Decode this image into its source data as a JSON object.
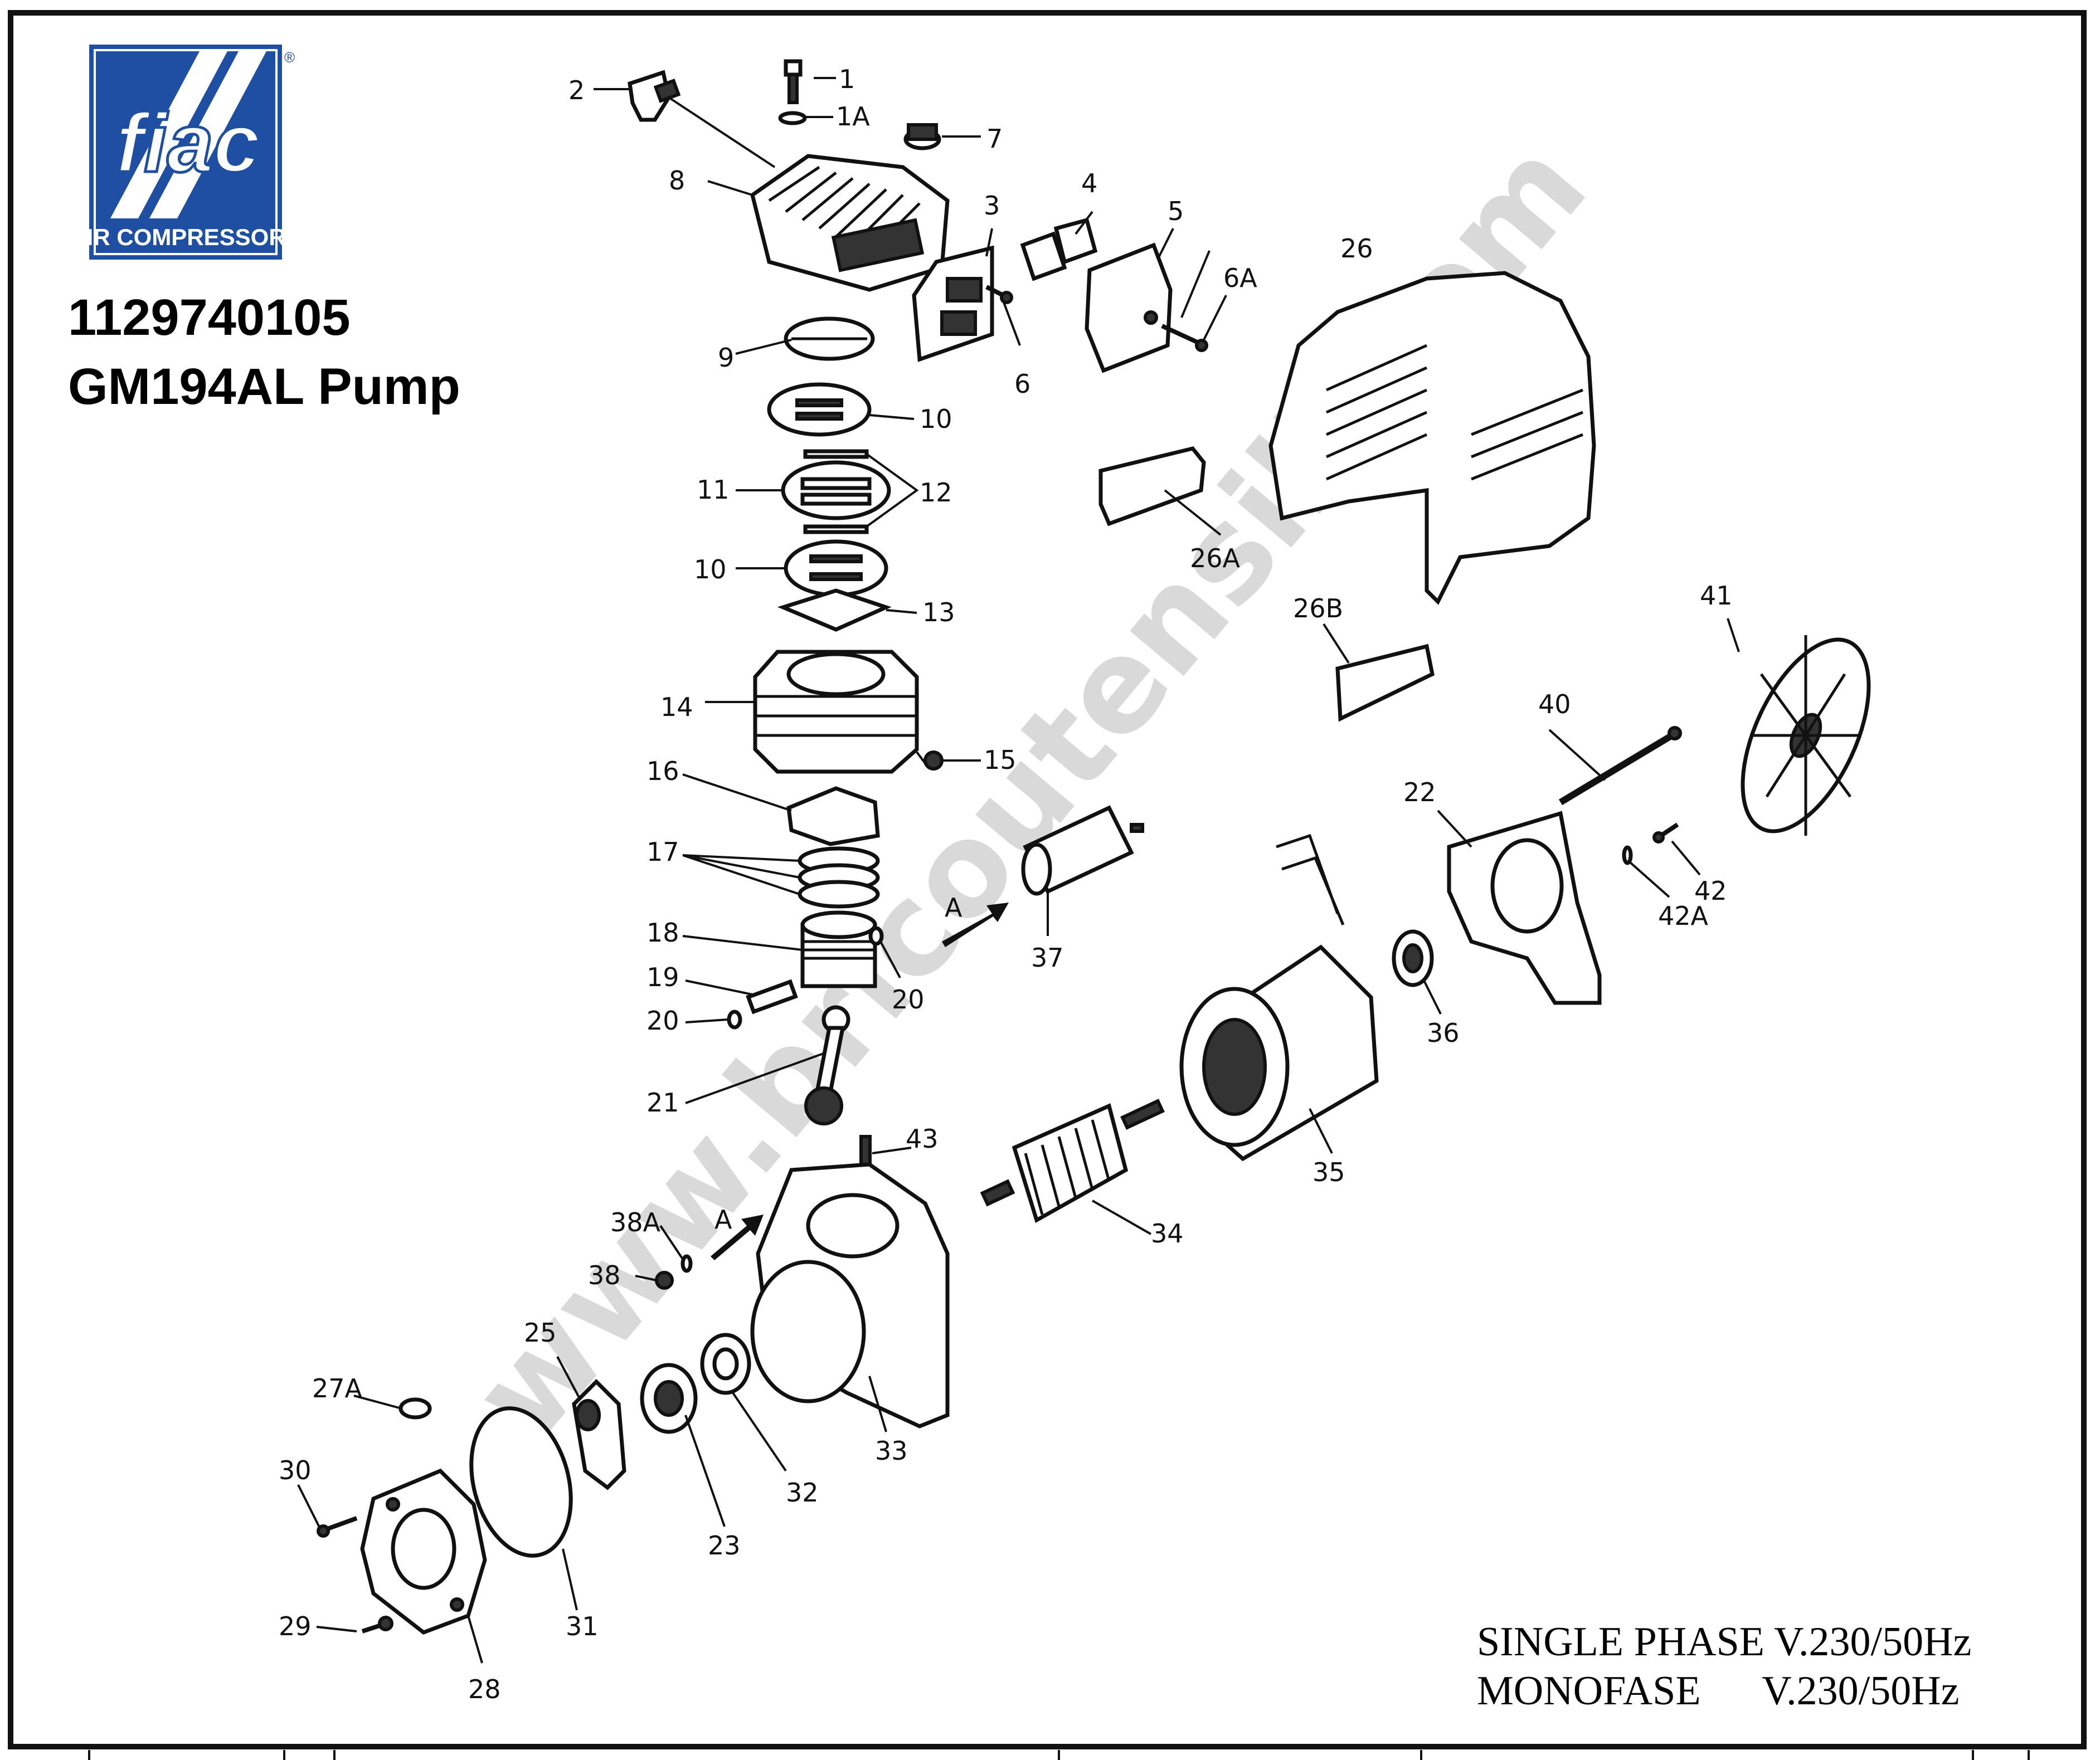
{
  "logo": {
    "brand": "fiac",
    "tagline": "AIR COMPRESSORS",
    "registered": "®",
    "colors": {
      "blue": "#1f4fa3",
      "white": "#ffffff"
    }
  },
  "title": {
    "code": "1129740105",
    "model": "GM194AL Pump"
  },
  "watermark": "www.bricoutensili.com",
  "phase": {
    "line1": "SINGLE PHASE V.230/50Hz",
    "line2": "MONOFASE      V.230/50Hz"
  },
  "parts": [
    {
      "id": "1"
    },
    {
      "id": "1A"
    },
    {
      "id": "2"
    },
    {
      "id": "3"
    },
    {
      "id": "4"
    },
    {
      "id": "5"
    },
    {
      "id": "6"
    },
    {
      "id": "6A"
    },
    {
      "id": "7"
    },
    {
      "id": "8"
    },
    {
      "id": "9"
    },
    {
      "id": "10"
    },
    {
      "id": "10"
    },
    {
      "id": "11"
    },
    {
      "id": "12"
    },
    {
      "id": "13"
    },
    {
      "id": "14"
    },
    {
      "id": "15"
    },
    {
      "id": "16"
    },
    {
      "id": "17"
    },
    {
      "id": "18"
    },
    {
      "id": "19"
    },
    {
      "id": "20"
    },
    {
      "id": "20"
    },
    {
      "id": "21"
    },
    {
      "id": "22"
    },
    {
      "id": "23"
    },
    {
      "id": "25"
    },
    {
      "id": "26"
    },
    {
      "id": "26A"
    },
    {
      "id": "26B"
    },
    {
      "id": "27A"
    },
    {
      "id": "28"
    },
    {
      "id": "29"
    },
    {
      "id": "30"
    },
    {
      "id": "31"
    },
    {
      "id": "32"
    },
    {
      "id": "33"
    },
    {
      "id": "34"
    },
    {
      "id": "35"
    },
    {
      "id": "36"
    },
    {
      "id": "37"
    },
    {
      "id": "38"
    },
    {
      "id": "38A"
    },
    {
      "id": "40"
    },
    {
      "id": "41"
    },
    {
      "id": "42"
    },
    {
      "id": "42A"
    },
    {
      "id": "43"
    },
    {
      "id": "A"
    },
    {
      "id": "A"
    }
  ]
}
